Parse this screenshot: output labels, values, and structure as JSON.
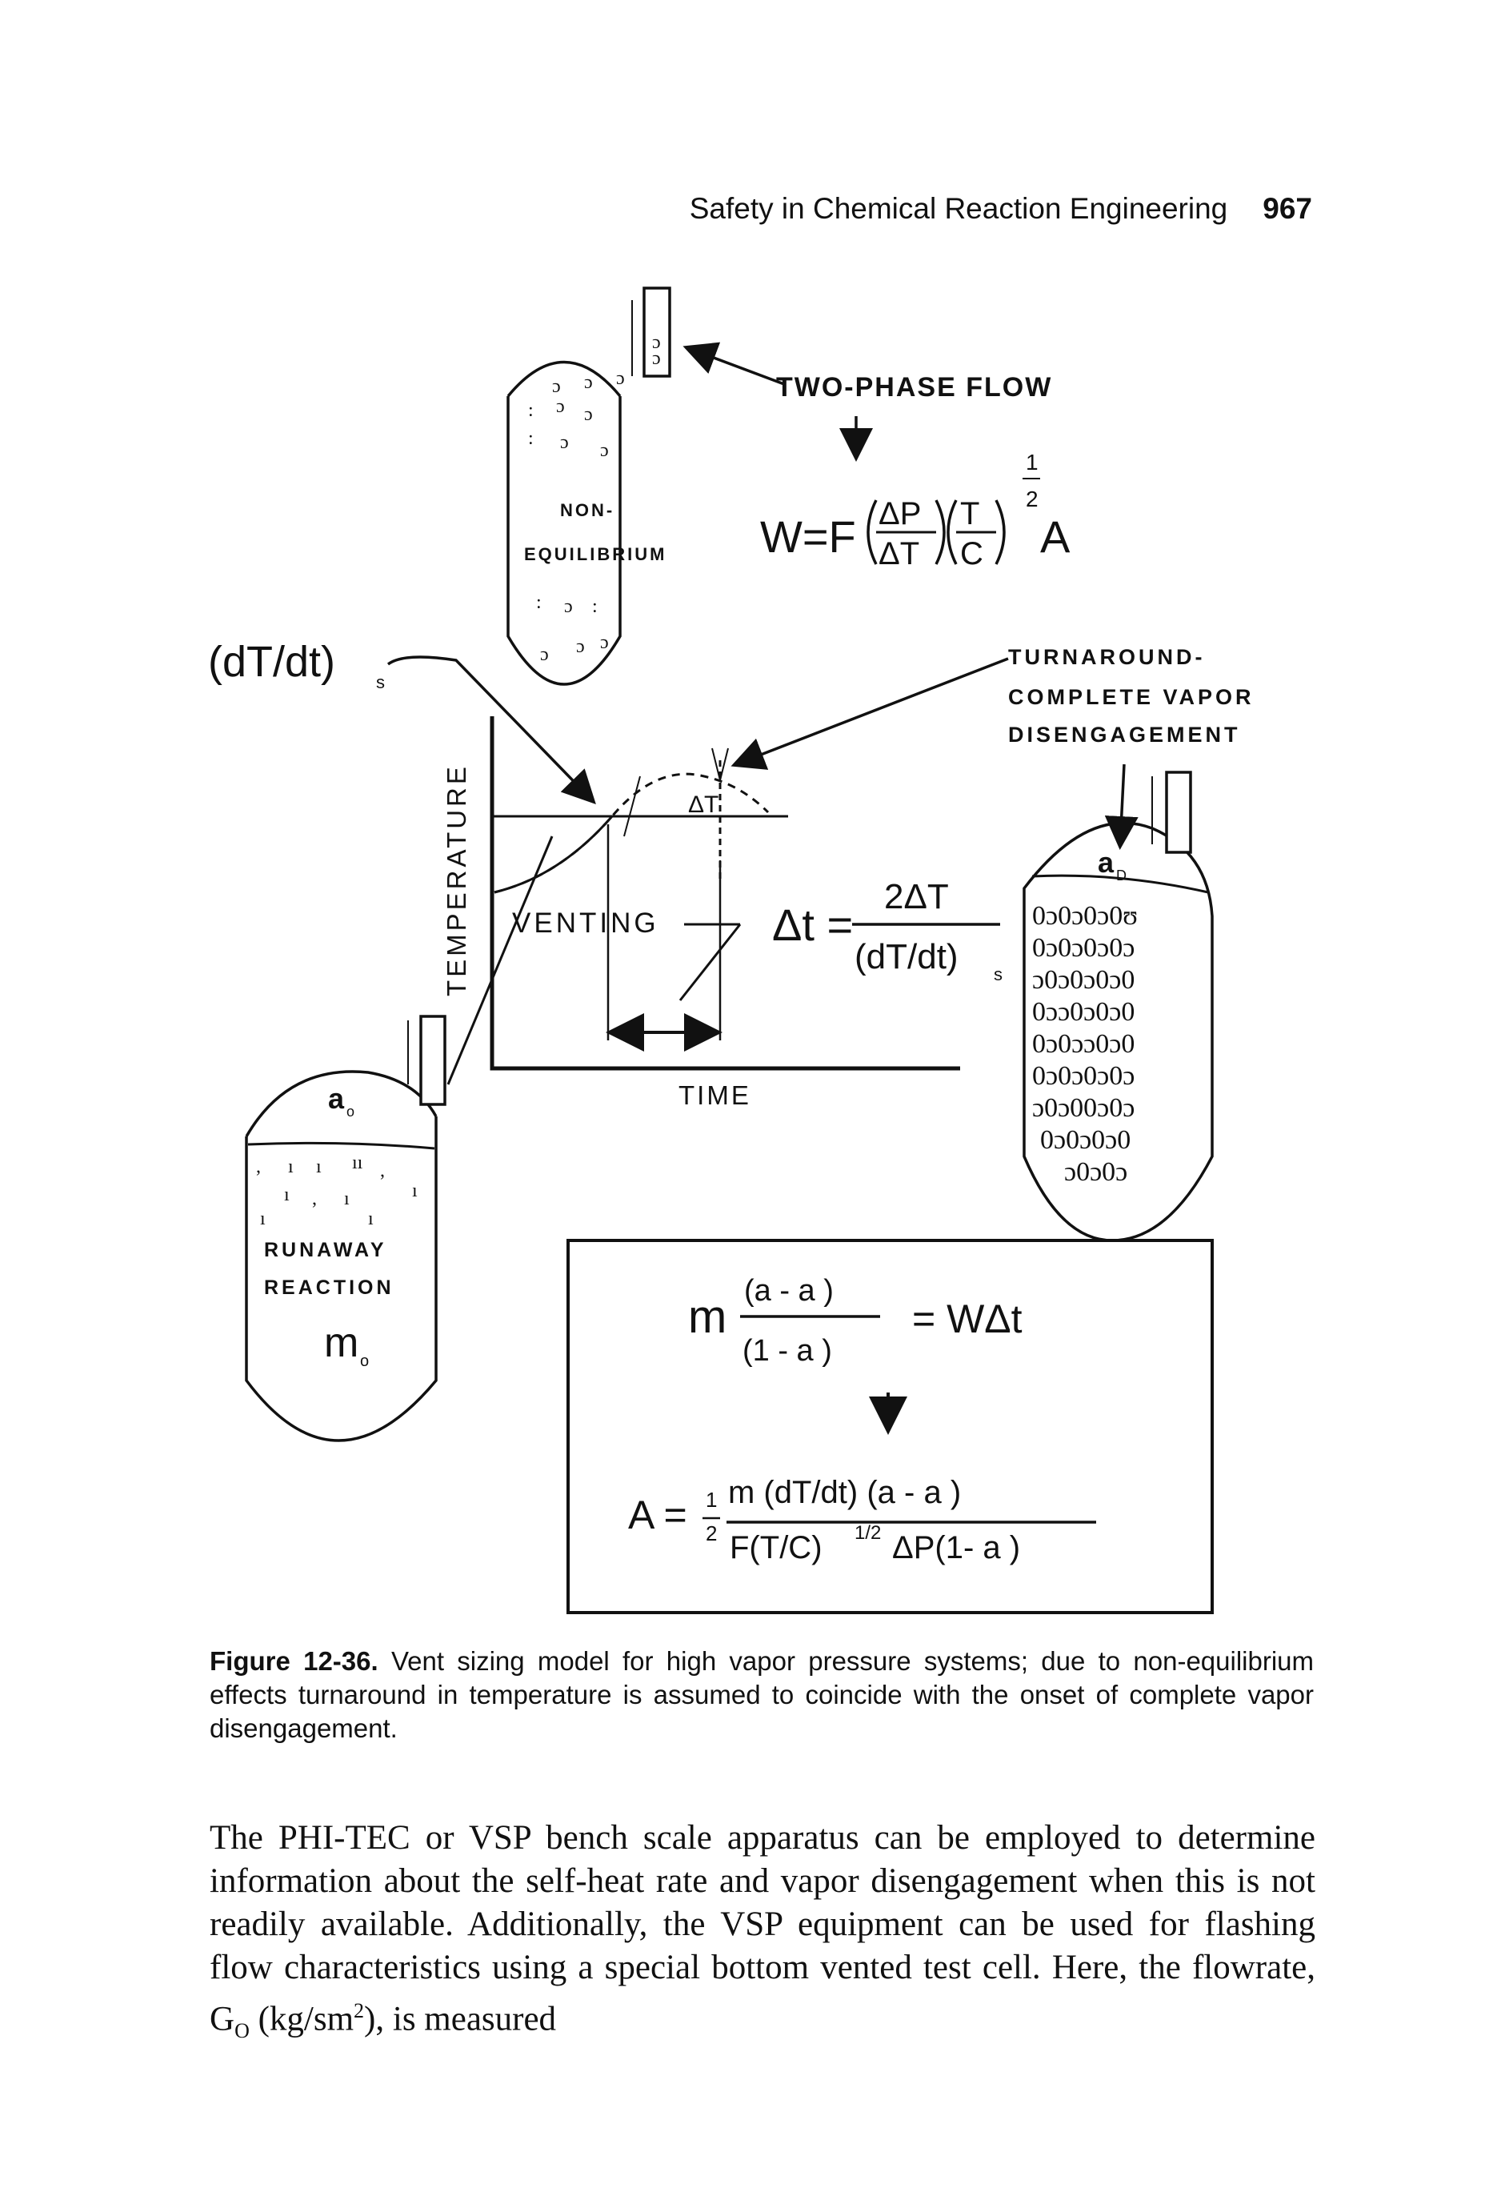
{
  "header": {
    "running_title": "Safety in Chemical Reaction Engineering",
    "page_number": "967"
  },
  "figure": {
    "labels": {
      "two_phase_flow": "TWO-PHASE FLOW",
      "non": "NON-",
      "equilibrium": "EQUILIBRIUM",
      "dTdt_s": "(dT/dt)",
      "dTdt_sub": "s",
      "turnaround_1": "TURNAROUND-",
      "turnaround_2": "COMPLETE VAPOR",
      "turnaround_3": "DISENGAGEMENT",
      "temperature_axis": "TEMPERATURE",
      "time_axis": "TIME",
      "venting": "VENTING",
      "delta_T": "ΔT",
      "alpha_0": "a",
      "alpha_0_sub": "o",
      "alpha_D": "a",
      "alpha_D_sub": "D",
      "runaway_1": "RUNAWAY",
      "runaway_2": "REACTION",
      "m0": "m",
      "m0_sub": "o"
    },
    "equations": {
      "flow_eq_left": "W=F",
      "flow_num": "ΔP",
      "flow_den": "ΔT",
      "flow_num2": "T",
      "flow_den2": "C",
      "flow_exp_num": "1",
      "flow_exp_den": "2",
      "flow_eq_right": "A",
      "dt_left": "Δt =",
      "dt_num": "2ΔT",
      "dt_den": "(dT/dt)",
      "dt_den_sub": "s",
      "mass_left": "m",
      "mass_num": "(a  - a )",
      "mass_den": "(1 - a )",
      "mass_right": "= WΔt",
      "area_left": "A =",
      "area_half_num": "1",
      "area_half_den": "2",
      "area_num": "m (dT/dt) (a  - a )",
      "area_den": "F(T/C)",
      "area_den_exp": "1/2",
      "area_den_rest": "ΔP(1- a )"
    }
  },
  "caption": {
    "label": "Figure 12-36.",
    "text": "Vent sizing model for high vapor pressure systems; due to non-equilibrium effects turnaround in temperature is assumed to coincide with the onset of complete vapor disengagement."
  },
  "body": {
    "paragraph_part1": "The PHI-TEC or VSP bench scale apparatus can be employed to determine information about the self-heat rate and vapor disengagement when this is not readily available. Additionally, the VSP equipment can be used for flashing flow characteristics using a special bottom vented test cell. Here, the flowrate, G",
    "subscript": "O",
    "paragraph_part2": " (kg/sm",
    "superscript": "2",
    "paragraph_part3": "), is measured"
  }
}
